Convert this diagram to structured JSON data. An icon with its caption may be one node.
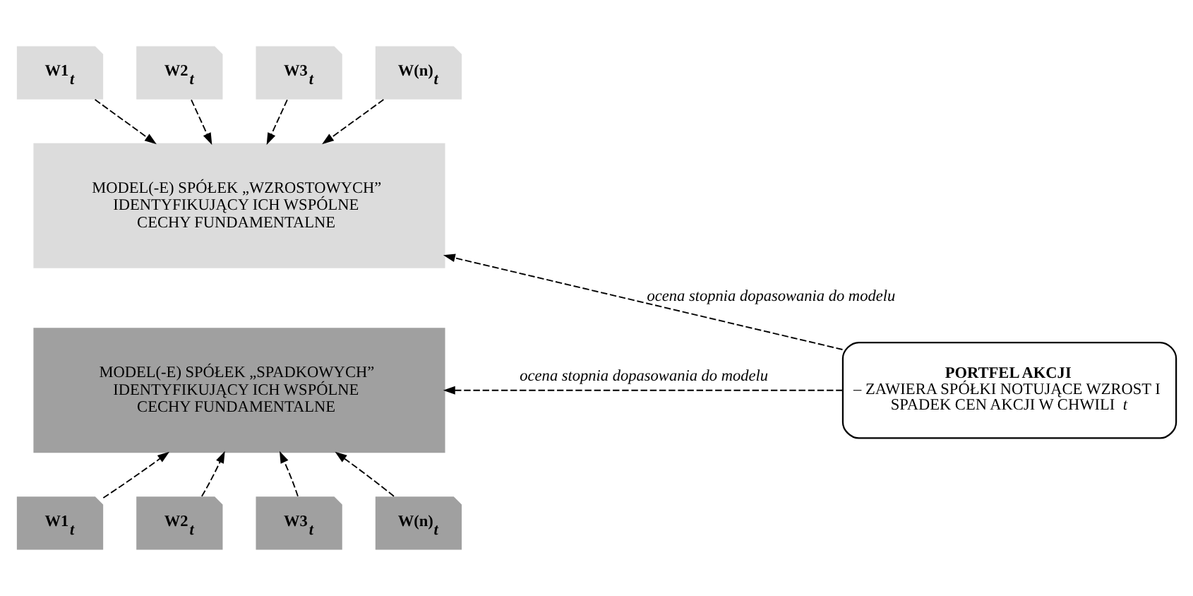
{
  "diagram": {
    "nodes": [
      {
        "text": [
          "W1$_{t}$"
        ]
      },
      {
        "text": [
          "W2$_{t}$"
        ]
      },
      {
        "text": [
          "W3$_{t}$"
        ]
      },
      {
        "text": [
          "W(n)$_{t}$"
        ]
      },
      {
        "text": [
          "MODEL(-E) SPÓŁEK „WZROSTOWYCH” IDENTYFIKUJĄCY ICH WSPÓLNE CECHY FUNDAMENTALNE"
        ]
      },
      {
        "text": [
          "MODEL(-E) SPÓŁEK „SPADKOWYCH” IDENTYFIKUJĄCY ICH WSPÓLNE CECHY FUNDAMENTALNE"
        ]
      },
      {
        "text": [
          "W1$_{t}$"
        ]
      },
      {
        "text": [
          "W2$_{t}$"
        ]
      },
      {
        "text": [
          "W3$_{t}$"
        ]
      },
      {
        "text": [
          "W(n)$_{t}$"
        ]
      },
      {
        "text": [
          "PORTFEL AKCJI",
          "– ZAWIERA SPÓŁKI NOTUJĄCE WZROST I SPADEK CEN AKCJI W CHWILI *t*"
        ]
      }
    ],
    "edges": [
      {
        "from": 0,
        "to": 4,
        "arrow": "to",
        "style": "dashed"
      },
      {
        "from": 1,
        "to": 4,
        "arrow": "to",
        "style": "dashed"
      },
      {
        "from": 2,
        "to": 4,
        "arrow": "to",
        "style": "dashed"
      },
      {
        "from": 3,
        "to": 4,
        "arrow": "to",
        "style": "dashed"
      },
      {
        "from": 10,
        "to": 4,
        "arrow": "to",
        "style": "dashed",
        "label": "ocena stopnia dopasowania do modelu"
      },
      {
        "from": 10,
        "to": 5,
        "arrow": "to",
        "style": "dashed",
        "label": "ocena stopnia dopasowania do modelu"
      },
      {
        "from": 6,
        "to": 5,
        "arrow": "to",
        "style": "dashed"
      },
      {
        "from": 7,
        "to": 5,
        "arrow": "to",
        "style": "dashed"
      },
      {
        "from": 8,
        "to": 5,
        "arrow": "to",
        "style": "dashed"
      },
      {
        "from": 9,
        "to": 5,
        "arrow": "to",
        "style": "dashed"
      }
    ]
  }
}
